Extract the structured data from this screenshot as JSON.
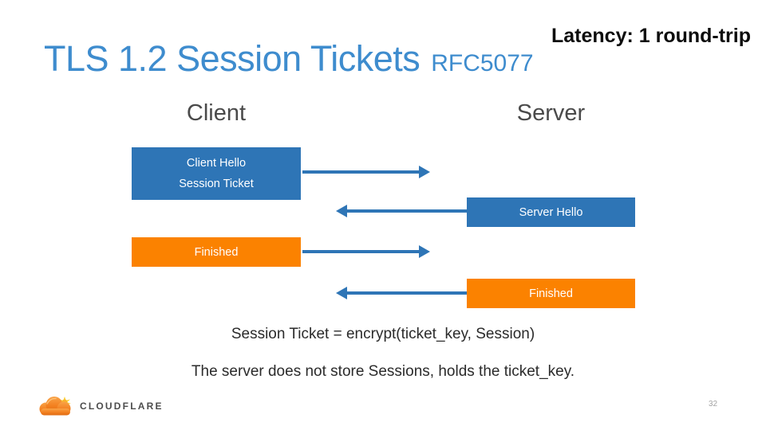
{
  "slide": {
    "title": "TLS 1.2 Session Tickets",
    "title_suffix": "RFC5077",
    "latency_note": "Latency: 1 round-trip",
    "page_number": "32"
  },
  "diagram": {
    "actors": [
      {
        "id": "client",
        "label": "Client"
      },
      {
        "id": "server",
        "label": "Server"
      }
    ],
    "messages": [
      {
        "from": "client",
        "to": "server",
        "lines": [
          "Client Hello",
          "Session Ticket"
        ],
        "box_color": "#2e75b6"
      },
      {
        "from": "server",
        "to": "client",
        "lines": [
          "Server Hello"
        ],
        "box_color": "#2e75b6"
      },
      {
        "from": "client",
        "to": "server",
        "lines": [
          "Finished"
        ],
        "box_color": "#fb8200"
      },
      {
        "from": "server",
        "to": "client",
        "lines": [
          "Finished"
        ],
        "box_color": "#fb8200"
      }
    ],
    "arrow_color": "#2e75b6"
  },
  "notes": [
    "Session Ticket = encrypt(ticket_key, Session)",
    "The server does not store Sessions, holds the ticket_key."
  ],
  "footer": {
    "logo_text": "CloudFlare"
  },
  "colors": {
    "title_blue": "#3e8cce",
    "box_blue": "#2e75b6",
    "box_orange": "#fb8200",
    "heading_gray": "#4a4a4a"
  }
}
